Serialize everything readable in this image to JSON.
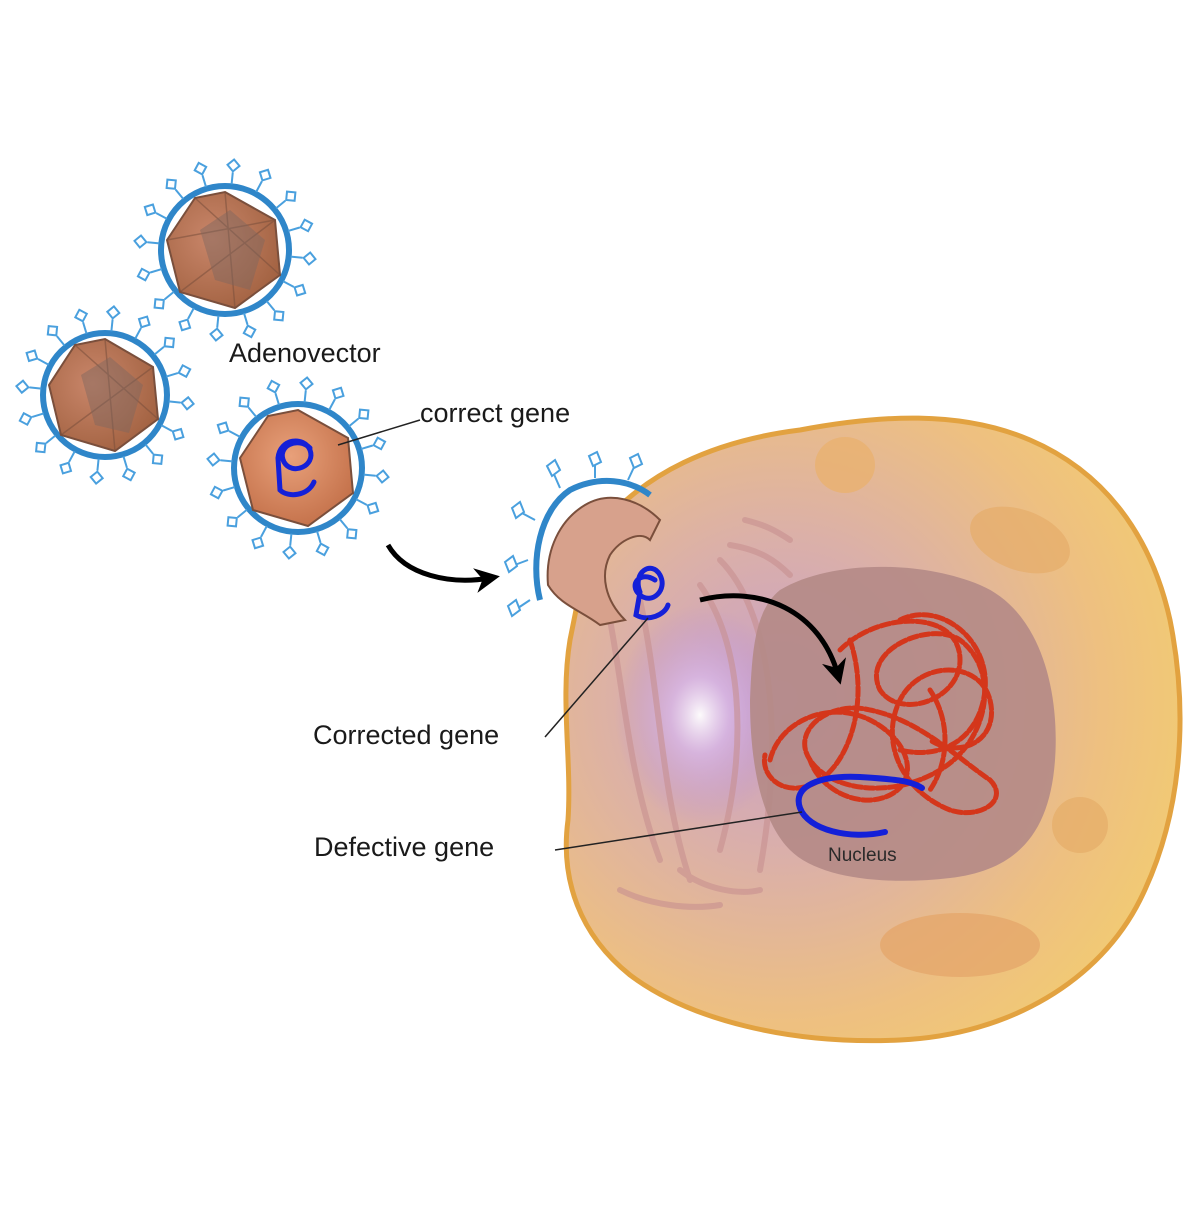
{
  "labels": {
    "adenovector": "Adenovector",
    "correct_gene": "correct gene",
    "corrected_gene": "Corrected gene",
    "defective_gene": "Defective gene",
    "nucleus": "Nucleus"
  },
  "colors": {
    "capsid": "#b87350",
    "capsid_dark": "#7a4f3c",
    "envelope": "#2f86c9",
    "spike": "#4aa0de",
    "cell": "#f0c070",
    "cytoplasm": "#d9a8b4",
    "nucleus": "#b98f86",
    "chromatin": "#d4361b",
    "gene": "#1420d8"
  }
}
